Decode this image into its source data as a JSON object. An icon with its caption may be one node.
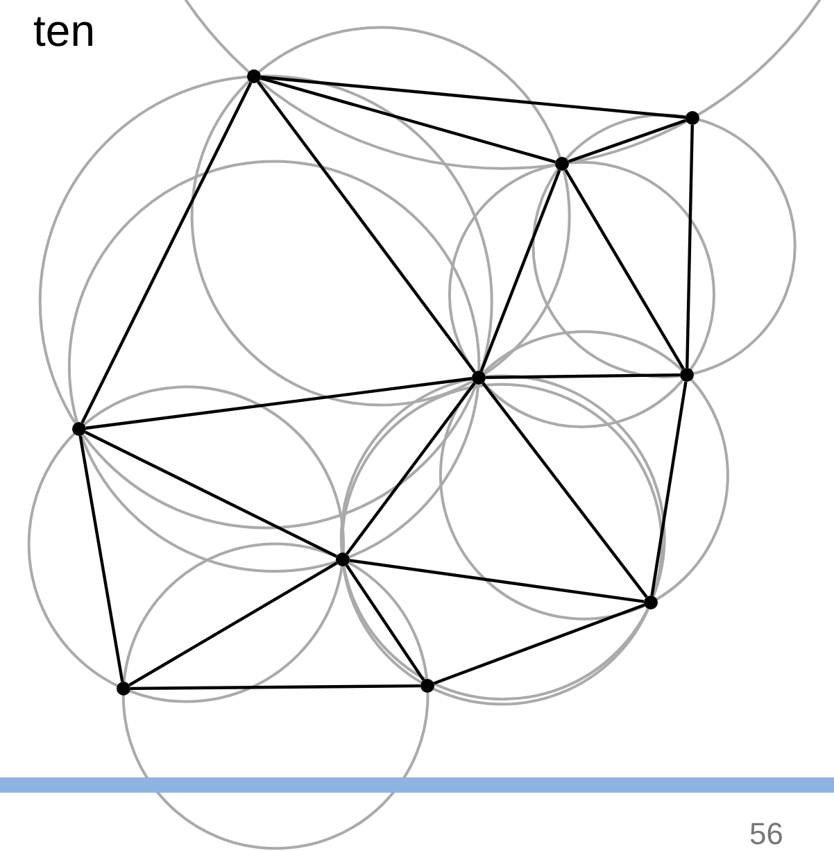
{
  "diagram": {
    "nodes": [
      {
        "text": [],
        "shape": "circle"
      },
      {
        "text": [],
        "shape": "circle"
      },
      {
        "text": [],
        "shape": "circle"
      },
      {
        "text": [],
        "shape": "circle"
      },
      {
        "text": [],
        "shape": "circle"
      },
      {
        "text": [],
        "shape": "circle"
      },
      {
        "text": [],
        "shape": "circle"
      },
      {
        "text": [],
        "shape": "circle"
      },
      {
        "text": [],
        "shape": "circle"
      },
      {
        "text": [],
        "shape": "circle"
      }
    ],
    "edges": [
      {
        "from": 0,
        "to": 1,
        "arrow": "none"
      },
      {
        "from": 0,
        "to": 2,
        "arrow": "none"
      },
      {
        "from": 2,
        "to": 1,
        "arrow": "none"
      },
      {
        "from": 1,
        "to": 4,
        "arrow": "none"
      },
      {
        "from": 2,
        "to": 4,
        "arrow": "none"
      },
      {
        "from": 2,
        "to": 3,
        "arrow": "none"
      },
      {
        "from": 0,
        "to": 3,
        "arrow": "none"
      },
      {
        "from": 0,
        "to": 5,
        "arrow": "none"
      },
      {
        "from": 5,
        "to": 3,
        "arrow": "none"
      },
      {
        "from": 3,
        "to": 4,
        "arrow": "none"
      },
      {
        "from": 3,
        "to": 6,
        "arrow": "none"
      },
      {
        "from": 3,
        "to": 7,
        "arrow": "none"
      },
      {
        "from": 4,
        "to": 7,
        "arrow": "none"
      },
      {
        "from": 5,
        "to": 6,
        "arrow": "none"
      },
      {
        "from": 5,
        "to": 8,
        "arrow": "none"
      },
      {
        "from": 8,
        "to": 6,
        "arrow": "none"
      },
      {
        "from": 8,
        "to": 9,
        "arrow": "none"
      },
      {
        "from": 6,
        "to": 9,
        "arrow": "none"
      },
      {
        "from": 6,
        "to": 7,
        "arrow": "none"
      },
      {
        "from": 9,
        "to": 7,
        "arrow": "none"
      }
    ],
    "labels": [
      "ten",
      "56"
    ]
  }
}
